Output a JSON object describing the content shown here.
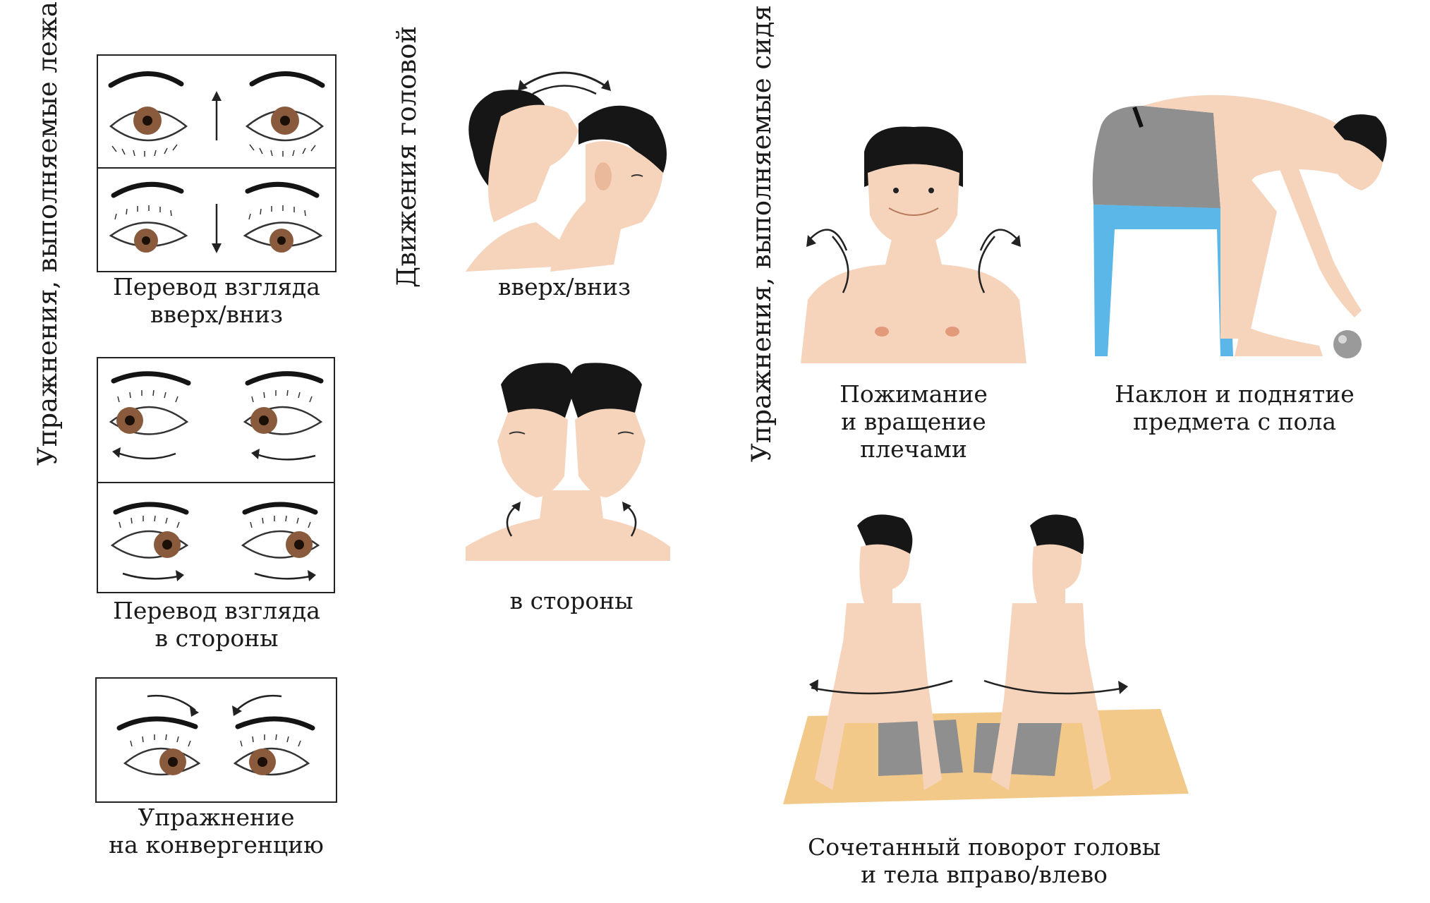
{
  "sections": {
    "lying": "Упражнения, выполняемые лежа",
    "head": "Движения головой",
    "sitting": "Упражнения, выполняемые сидя"
  },
  "captions": {
    "gaze_updown": [
      "Перевод взгляда",
      "вверх/вниз"
    ],
    "gaze_sides": [
      "Перевод взгляда",
      "в стороны"
    ],
    "convergence": [
      "Упражнение",
      "на конвергенцию"
    ],
    "head_updown": [
      "вверх/вниз"
    ],
    "head_sides": [
      "в стороны"
    ],
    "shoulders": [
      "Пожимание",
      "и вращение",
      "плечами"
    ],
    "bend_pick": [
      "Наклон и поднятие",
      "предмета с пола"
    ],
    "twist": [
      "Сочетанный поворот головы",
      "и тела вправо/влево"
    ]
  },
  "colors": {
    "skin": "#f6d4bc",
    "skin_shade": "#eab99c",
    "hair": "#161616",
    "iris": "#8a5a3c",
    "shorts": "#8f8f8f",
    "stool": "#5ab7e8",
    "mat": "#f3c98a"
  }
}
